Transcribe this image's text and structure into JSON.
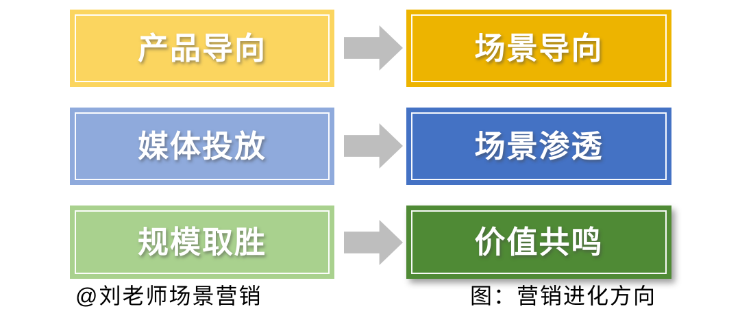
{
  "page": {
    "background": "#ffffff"
  },
  "diagram": {
    "description_type": "flow",
    "arrow_color": "#BEBEBE",
    "rows": [
      {
        "from": {
          "label": "产品导向",
          "color": "#FBD55F"
        },
        "to": {
          "label": "场景导向",
          "color": "#EDB400"
        }
      },
      {
        "from": {
          "label": "媒体投放",
          "color": "#8FAADC"
        },
        "to": {
          "label": "场景渗透",
          "color": "#4472C4"
        }
      },
      {
        "from": {
          "label": "规模取胜",
          "color": "#A9D18E"
        },
        "to": {
          "label": "价值共鸣",
          "color": "#4F8A35"
        }
      }
    ]
  },
  "captions": {
    "watermark": "@刘老师场景营销",
    "figure_title": "图：营销进化方向"
  }
}
